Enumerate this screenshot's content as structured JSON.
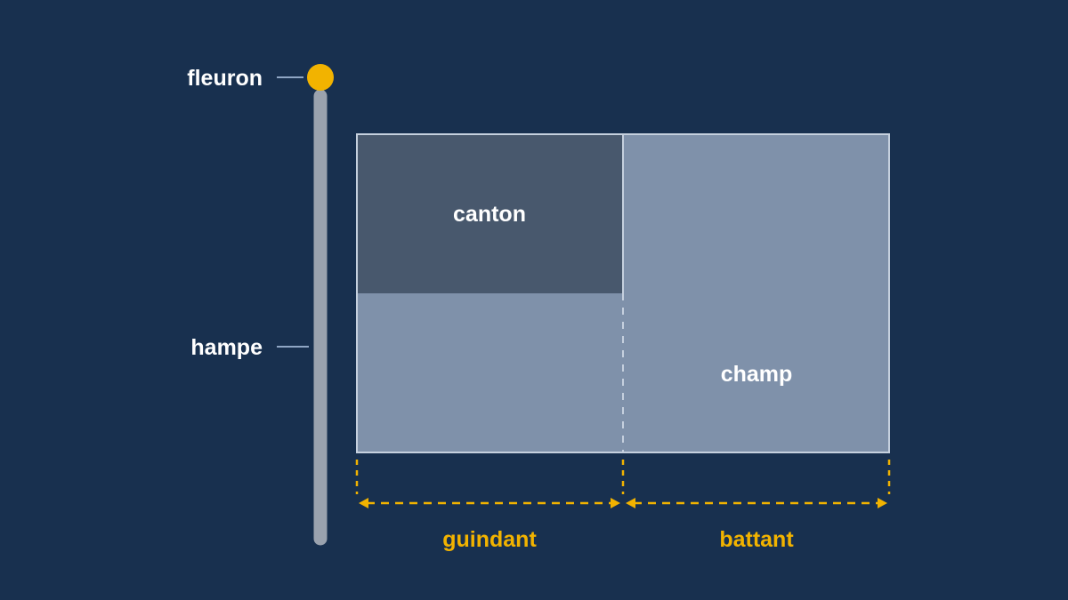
{
  "colors": {
    "background": "#18304f",
    "pole": "#9aa2ae",
    "finial": "#f2b300",
    "flag_field": "#7f91aa",
    "flag_canton": "#48586d",
    "flag_border": "#c5d0de",
    "leader_line": "#8fa6c4",
    "measure_accent": "#f2b300"
  },
  "labels": {
    "finial": "fleuron",
    "pole": "hampe",
    "canton": "canton",
    "field": "champ",
    "hoist": "guindant",
    "fly": "battant"
  }
}
